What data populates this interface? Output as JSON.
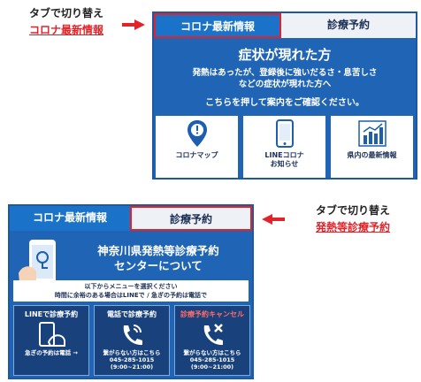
{
  "annotations": {
    "top": {
      "line1": "タブで切り替え",
      "line2": "コロナ最新情報"
    },
    "bottom": {
      "line1": "タブで切り替え",
      "line2": "発熱等診療予約"
    }
  },
  "panel1": {
    "tabs": [
      {
        "label": "コロナ最新情報"
      },
      {
        "label": "診療予約"
      }
    ],
    "banner": {
      "heading": "症状が現れた方",
      "body_line1": "発熱はあったが、登録後に強いだるさ・息苦しさ",
      "body_line2": "などの症状が現れた方へ",
      "cta": "こちらを押して案内をご確認ください。"
    },
    "cards": [
      {
        "label": "コロナマップ",
        "icon": "location-pin-icon"
      },
      {
        "label1": "LINEコロナ",
        "label2": "お知らせ",
        "icon": "smartphone-icon"
      },
      {
        "label": "県内の最新情報",
        "icon": "bar-chart-icon"
      }
    ]
  },
  "panel2": {
    "tabs": [
      {
        "label": "コロナ最新情報"
      },
      {
        "label": "診療予約"
      }
    ],
    "banner": {
      "title_line1": "神奈川県発熱等診療予約",
      "title_line2": "センターについて",
      "notice_line1": "以下からメニューを選択ください",
      "notice_line2": "時間に余裕のある場合はLINEで / 急ぎの予約は電話で"
    },
    "cards": [
      {
        "title": "LINEで診療予約",
        "sub": "急ぎの予約は電話 →",
        "icon": "phone-hand-icon"
      },
      {
        "title": "電話で診療予約",
        "sub1": "繋がらない方はこちら",
        "sub2": "045-285-1015",
        "sub3": "(9:00~21:00)",
        "icon": "phone-call-icon"
      },
      {
        "title": "診療予約キャンセル",
        "sub1": "繋がらない方はこちら",
        "sub2": "045-285-1015",
        "sub3": "(9:00~21:00)",
        "icon": "phone-cancel-icon"
      }
    ]
  },
  "colors": {
    "panel_bg": "#1f64b5",
    "accent_red": "#e2232a",
    "card_dark": "#19427d",
    "tab_light": "#eef1f6"
  }
}
